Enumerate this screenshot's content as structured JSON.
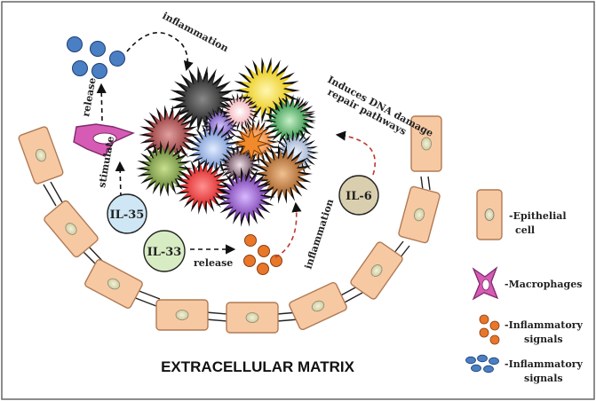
{
  "labels": {
    "inflammation_top": "inflammation",
    "release_left": "release",
    "stimulate": "stimulate",
    "release_bottom": "release",
    "inflammation_bottom": "inflammation",
    "dna_line1": "Induces DNA damage",
    "dna_line2": "repair pathways",
    "title": "EXTRACELLULAR MATRIX"
  },
  "cytokines": {
    "il35": "IL-35",
    "il33": "IL-33",
    "il6": "IL-6"
  },
  "legend": {
    "epithelial_line1": "-Epithelial",
    "epithelial_line2": "cell",
    "macrophages": "-Macrophages",
    "orange_line1": "-Inflammatory",
    "orange_line2": "signals",
    "blue_line1": "-Inflammatory",
    "blue_line2": "signals"
  },
  "colors": {
    "cell_fill": "#f7c9a3",
    "cell_stroke": "#b07a55",
    "nucleus": "#e8e6c4",
    "orange_signal": "#e8772a",
    "blue_signal": "#4a7fc4",
    "macrophage": "#d65bb4",
    "il35_bg": "#cfe7f5",
    "il33_bg": "#d8ecc4",
    "il6_bg": "#d9cfae"
  }
}
